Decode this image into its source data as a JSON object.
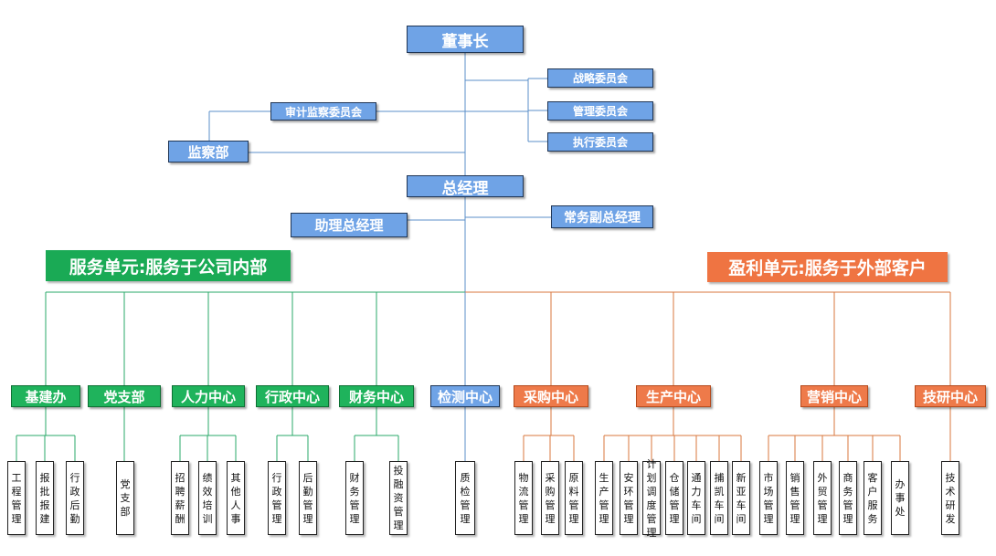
{
  "top": {
    "chairman": "董事长",
    "strategy_committee": "战略委员会",
    "management_committee": "管理委员会",
    "execution_committee": "执行委员会",
    "audit_committee": "审计监察委员会",
    "supervision_dept": "监察部",
    "general_manager": "总经理",
    "assistant_gm": "助理总经理",
    "executive_vice_gm": "常务副总经理"
  },
  "banners": {
    "service_unit": "服务单元:服务于公司内部",
    "profit_unit": "盈利单元:服务于外部客户"
  },
  "departments": [
    {
      "label": "基建办",
      "kind": "green",
      "leaves": [
        "工程管理",
        "报批报建",
        "行政后勤"
      ]
    },
    {
      "label": "党支部",
      "kind": "green",
      "leaves": [
        "党支部"
      ]
    },
    {
      "label": "人力中心",
      "kind": "green",
      "leaves": [
        "招聘薪酬",
        "绩效培训",
        "其他人事"
      ]
    },
    {
      "label": "行政中心",
      "kind": "green",
      "leaves": [
        "行政管理",
        "后勤管理"
      ]
    },
    {
      "label": "财务中心",
      "kind": "green",
      "leaves": [
        "财务管理",
        "投融资管理"
      ]
    },
    {
      "label": "检测中心",
      "kind": "blue",
      "leaves": [
        "质检管理"
      ]
    },
    {
      "label": "采购中心",
      "kind": "orange",
      "leaves": [
        "物流管理",
        "采购管理",
        "原料管理"
      ]
    },
    {
      "label": "生产中心",
      "kind": "orange",
      "leaves": [
        "生产管理",
        "安环管理",
        "计划调度管理",
        "仓储管理",
        "通力车间",
        "捕凯车间",
        "新亚车间"
      ]
    },
    {
      "label": "营销中心",
      "kind": "orange",
      "leaves": [
        "市场管理",
        "销售管理",
        "外贸管理",
        "商务管理",
        "客户服务",
        "办事处"
      ]
    },
    {
      "label": "技研中心",
      "kind": "orange",
      "leaves": [
        "技术研发"
      ]
    }
  ],
  "colors": {
    "blue_box": "#6fa3e6",
    "green_box": "#1fb35c",
    "orange_box": "#ee7a4a",
    "blue_line": "#5b8fc9",
    "green_line": "#2aa868",
    "orange_line": "#d9773e"
  }
}
